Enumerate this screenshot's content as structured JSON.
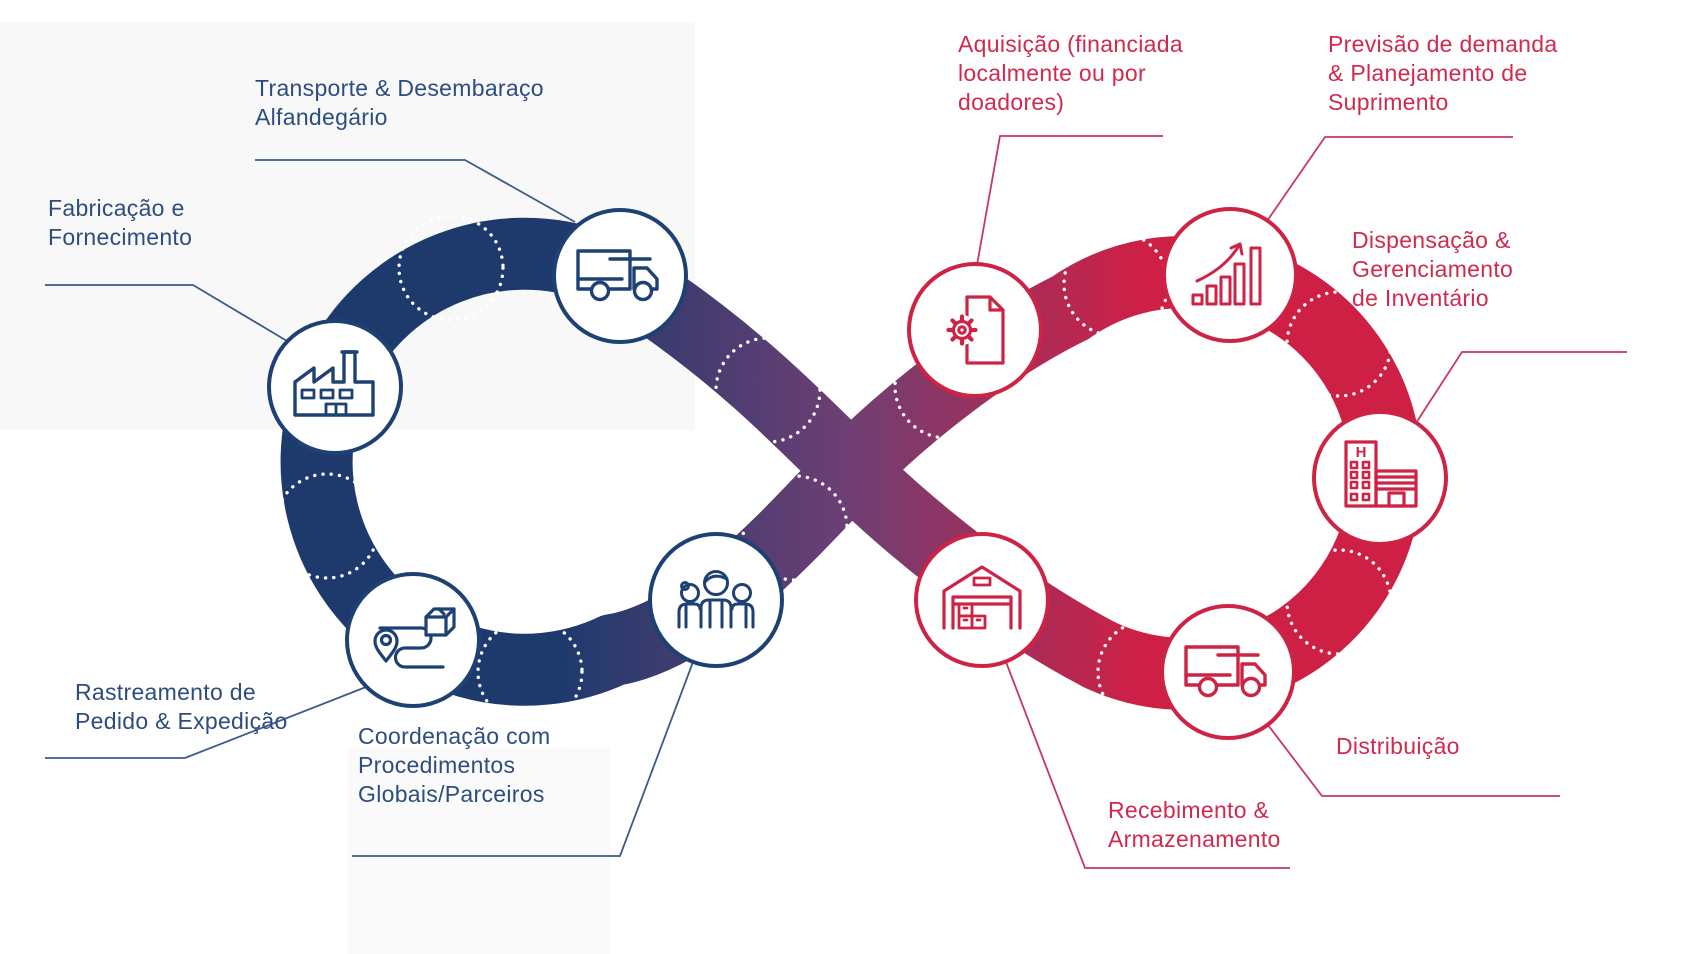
{
  "colors": {
    "left_band": "#1e3a6d",
    "right_band": "#ce2045",
    "crossover_purple": "#6f3f74",
    "left_text": "#2d4d7f",
    "right_text": "#d02a4e",
    "left_icon_stroke": "#1e4173",
    "right_icon_stroke": "#cd2345"
  },
  "labels": {
    "transporte": [
      "Transporte & Desembaraço",
      "Alfandegário"
    ],
    "fabricacao": [
      "Fabricação e",
      "Fornecimento"
    ],
    "rastreamento": [
      "Rastreamento de",
      "Pedido & Expedição"
    ],
    "coordenacao": [
      "Coordenação com",
      "Procedimentos",
      "Globais/Parceiros"
    ],
    "aquisicao": [
      "Aquisição (financiada",
      "localmente ou por",
      "doadores)"
    ],
    "previsao": [
      "Previsão de demanda",
      "& Planejamento de",
      "Suprimento"
    ],
    "dispensacao": [
      "Dispensação &",
      "Gerenciamento",
      "de Inventário"
    ],
    "distribuicao": [
      "Distribuição"
    ],
    "recebimento": [
      "Recebimento &",
      "Armazenamento"
    ],
    "hospital_letter": "H"
  },
  "nodes": [
    {
      "id": "transporte",
      "icon": "delivery-truck-icon",
      "loop": "blue"
    },
    {
      "id": "fabricacao",
      "icon": "factory-icon",
      "loop": "blue"
    },
    {
      "id": "rastreamento",
      "icon": "package-route-icon",
      "loop": "blue"
    },
    {
      "id": "coordenacao",
      "icon": "people-team-icon",
      "loop": "blue"
    },
    {
      "id": "aquisicao",
      "icon": "document-gear-icon",
      "loop": "red"
    },
    {
      "id": "previsao",
      "icon": "growth-chart-icon",
      "loop": "red"
    },
    {
      "id": "dispensacao",
      "icon": "hospital-icon",
      "loop": "red"
    },
    {
      "id": "distribuicao",
      "icon": "delivery-truck-icon",
      "loop": "red"
    },
    {
      "id": "recebimento",
      "icon": "warehouse-icon",
      "loop": "red"
    }
  ]
}
